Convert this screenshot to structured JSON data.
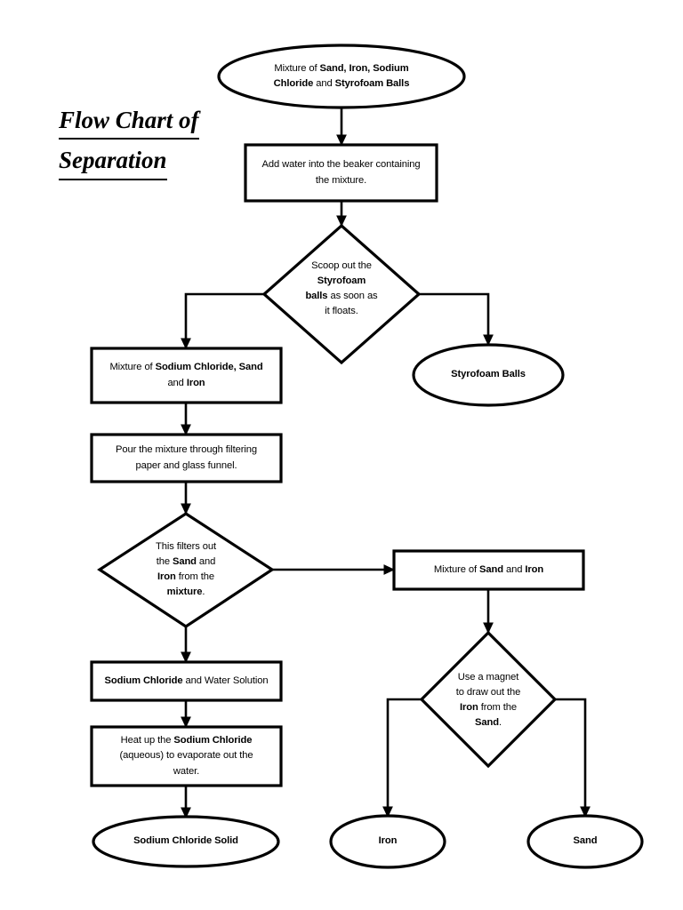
{
  "document": {
    "title_line1": "Flow Chart of",
    "title_line2": "Separation"
  },
  "chart_data": {
    "type": "diagram",
    "diagram_kind": "flowchart",
    "title": "Flow Chart of Separation",
    "nodes": [
      {
        "id": "start-mixture",
        "shape": "ellipse",
        "text": "Mixture of Sand, Iron, Sodium Chloride and Styrofoam Balls",
        "line1_plain_a": "Mixture of ",
        "line1_bold": "Sand, Iron, Sodium",
        "line2_bold": "Chloride",
        "line2_plain": " and ",
        "line2_bold_b": "Styrofoam Balls"
      },
      {
        "id": "add-water",
        "shape": "process",
        "text": "Add water into the beaker containing the mixture.",
        "line1": "Add water into the beaker containing",
        "line2": "the mixture."
      },
      {
        "id": "scoop-styrofoam",
        "shape": "decision",
        "text": "Scoop out the Styrofoam balls as soon as it floats.",
        "line1": "Scoop out the",
        "line2_bold": "Styrofoam",
        "line3_bold": "balls",
        "line3_plain": " as soon as",
        "line4": "it floats."
      },
      {
        "id": "styrofoam-balls",
        "shape": "ellipse",
        "text": "Styrofoam Balls"
      },
      {
        "id": "mixture-nacl-sand-iron",
        "shape": "process",
        "text": "Mixture of Sodium Chloride, Sand and Iron",
        "line1_plain": "Mixture of ",
        "line1_bold": "Sodium Chloride, Sand",
        "line2_plain": "and ",
        "line2_bold": "Iron"
      },
      {
        "id": "pour-filter",
        "shape": "process",
        "text": "Pour the mixture through filtering paper and glass funnel.",
        "line1": "Pour the mixture through filtering",
        "line2": "paper and glass funnel."
      },
      {
        "id": "filters-out",
        "shape": "decision",
        "text": "This filters out the Sand and Iron from the mixture.",
        "line1": "This filters out",
        "line2_plain_a": "the ",
        "line2_bold": "Sand",
        "line2_plain_b": " and",
        "line3_bold": "Iron",
        "line3_plain": " from the",
        "line4_bold": "mixture",
        "line4_plain": "."
      },
      {
        "id": "mixture-sand-iron",
        "shape": "process",
        "text": "Mixture of Sand and Iron",
        "plain_a": "Mixture of ",
        "bold_a": "Sand",
        "plain_b": " and ",
        "bold_b": "Iron"
      },
      {
        "id": "nacl-water-solution",
        "shape": "process",
        "text": "Sodium Chloride and Water Solution",
        "bold_a": "Sodium Chloride",
        "plain_a": " and Water Solution"
      },
      {
        "id": "heat-up",
        "shape": "process",
        "text": "Heat up the Sodium Chloride (aqueous) to evaporate out the water.",
        "line1_plain": "Heat up the ",
        "line1_bold": "Sodium Chloride",
        "line2": "(aqueous) to evaporate out the",
        "line3": "water."
      },
      {
        "id": "use-magnet",
        "shape": "decision",
        "text": "Use a magnet to draw out the Iron from the Sand.",
        "line1": "Use a magnet",
        "line2": "to draw out the",
        "line3_bold": "Iron",
        "line3_plain": " from the",
        "line4_bold": "Sand",
        "line4_plain": "."
      },
      {
        "id": "sodium-chloride-solid",
        "shape": "ellipse",
        "text": "Sodium Chloride Solid"
      },
      {
        "id": "iron",
        "shape": "ellipse",
        "text": "Iron"
      },
      {
        "id": "sand",
        "shape": "ellipse",
        "text": "Sand"
      }
    ],
    "edges": [
      {
        "from": "start-mixture",
        "to": "add-water",
        "style": "straight-down"
      },
      {
        "from": "add-water",
        "to": "scoop-styrofoam",
        "style": "straight-down"
      },
      {
        "from": "scoop-styrofoam",
        "to": "mixture-nacl-sand-iron",
        "style": "elbow-left-down"
      },
      {
        "from": "scoop-styrofoam",
        "to": "styrofoam-balls",
        "style": "elbow-right-down"
      },
      {
        "from": "mixture-nacl-sand-iron",
        "to": "pour-filter",
        "style": "straight-down"
      },
      {
        "from": "pour-filter",
        "to": "filters-out",
        "style": "straight-down"
      },
      {
        "from": "filters-out",
        "to": "nacl-water-solution",
        "style": "straight-down"
      },
      {
        "from": "filters-out",
        "to": "mixture-sand-iron",
        "style": "straight-right"
      },
      {
        "from": "nacl-water-solution",
        "to": "heat-up",
        "style": "straight-down"
      },
      {
        "from": "heat-up",
        "to": "sodium-chloride-solid",
        "style": "straight-down"
      },
      {
        "from": "mixture-sand-iron",
        "to": "use-magnet",
        "style": "straight-down"
      },
      {
        "from": "use-magnet",
        "to": "iron",
        "style": "elbow-left-down"
      },
      {
        "from": "use-magnet",
        "to": "sand",
        "style": "elbow-right-down"
      }
    ],
    "colors": {
      "stroke": "#000000",
      "fill": "#ffffff",
      "background": "#ffffff",
      "text": "#000000"
    }
  }
}
